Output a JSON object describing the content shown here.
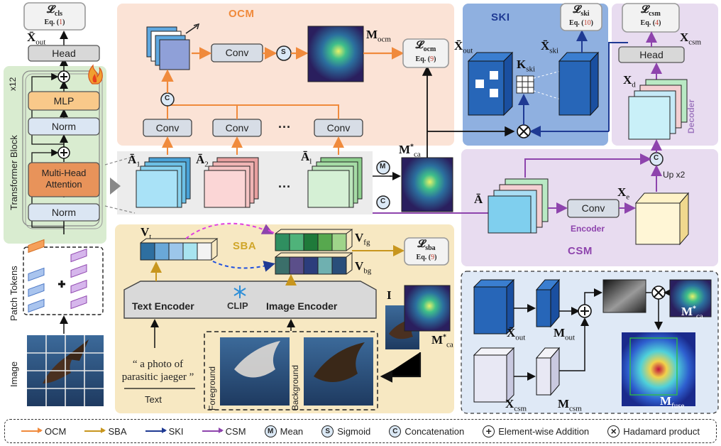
{
  "sections": {
    "ocm": "OCM",
    "ski": "SKI",
    "csm": "CSM",
    "sba": "SBA",
    "decoder": "Decoder",
    "encoder": "Encoder"
  },
  "vit": {
    "layers": "x12",
    "block_label": "Transformer Block",
    "head": "Head",
    "mlp": "MLP",
    "norm1": "Norm",
    "norm2": "Norm",
    "attention": "Multi-Head Attention",
    "patch_tokens": "Patch Tokens",
    "image": "Image",
    "x_out": "X̄out"
  },
  "ocm": {
    "conv_main": "Conv",
    "conv1": "Conv",
    "conv2": "Conv",
    "conv3": "Conv",
    "ellipsis": "···",
    "a1": "Ā1",
    "a2": "Ā2",
    "al": "Āl",
    "m_ocm": "Mocm",
    "m_ca": "M*ca"
  },
  "ski": {
    "x_out": "X̄out",
    "k_ski": "Kski",
    "x_ski": "X̄ski"
  },
  "csm": {
    "a_bar": "Ā",
    "conv": "Conv",
    "x_e": "Xe",
    "x_d": "Xd",
    "head": "Head",
    "x_csm": "Xcsm",
    "up": "Up x2"
  },
  "sba": {
    "v_t": "Vt",
    "v_fg": "Vfg",
    "v_bg": "Vbg",
    "clip": "CLIP",
    "text_encoder": "Text Encoder",
    "image_encoder": "Image Encoder",
    "prompt": "“ a photo of parasitic jaeger ”",
    "text": "Text",
    "foreground": "Foreground",
    "background": "Background",
    "i_label": "I",
    "m_ca": "M*ca"
  },
  "fuse": {
    "x_out": "X̄out",
    "m_out": "Mout",
    "x_csm": "Xcsm",
    "m_csm": "Mcsm",
    "m_ca": "M*ca",
    "m_fuse": "Mfuse"
  },
  "losses": {
    "cls": {
      "name": "cls",
      "eq": "1"
    },
    "ocm": {
      "name": "ocm",
      "eq": "9"
    },
    "ski": {
      "name": "ski",
      "eq": "10"
    },
    "csm": {
      "name": "csm",
      "eq": "4"
    },
    "sba": {
      "name": "sba",
      "eq": "9"
    },
    "eq_prefix": "Eq."
  },
  "legend": {
    "ocm": "OCM",
    "sba": "SBA",
    "ski": "SKI",
    "csm": "CSM",
    "mean": "Mean",
    "sigmoid": "Sigmoid",
    "concat": "Concatenation",
    "add": "Element-wise Addition",
    "hadamard": "Hadamard product"
  },
  "colors": {
    "ocm": "#f08a3c",
    "sba": "#c8961e",
    "ski": "#1f3a93",
    "csm": "#8e44ad",
    "ocm_bg": "#fbe3d6",
    "ski_bg": "#7fa3d9",
    "csm_bg": "#e8dcf0",
    "sba_bg": "#f7e8c2",
    "fuse_bg": "#dfe9f6",
    "vit_bg": "#d9ecd0"
  }
}
